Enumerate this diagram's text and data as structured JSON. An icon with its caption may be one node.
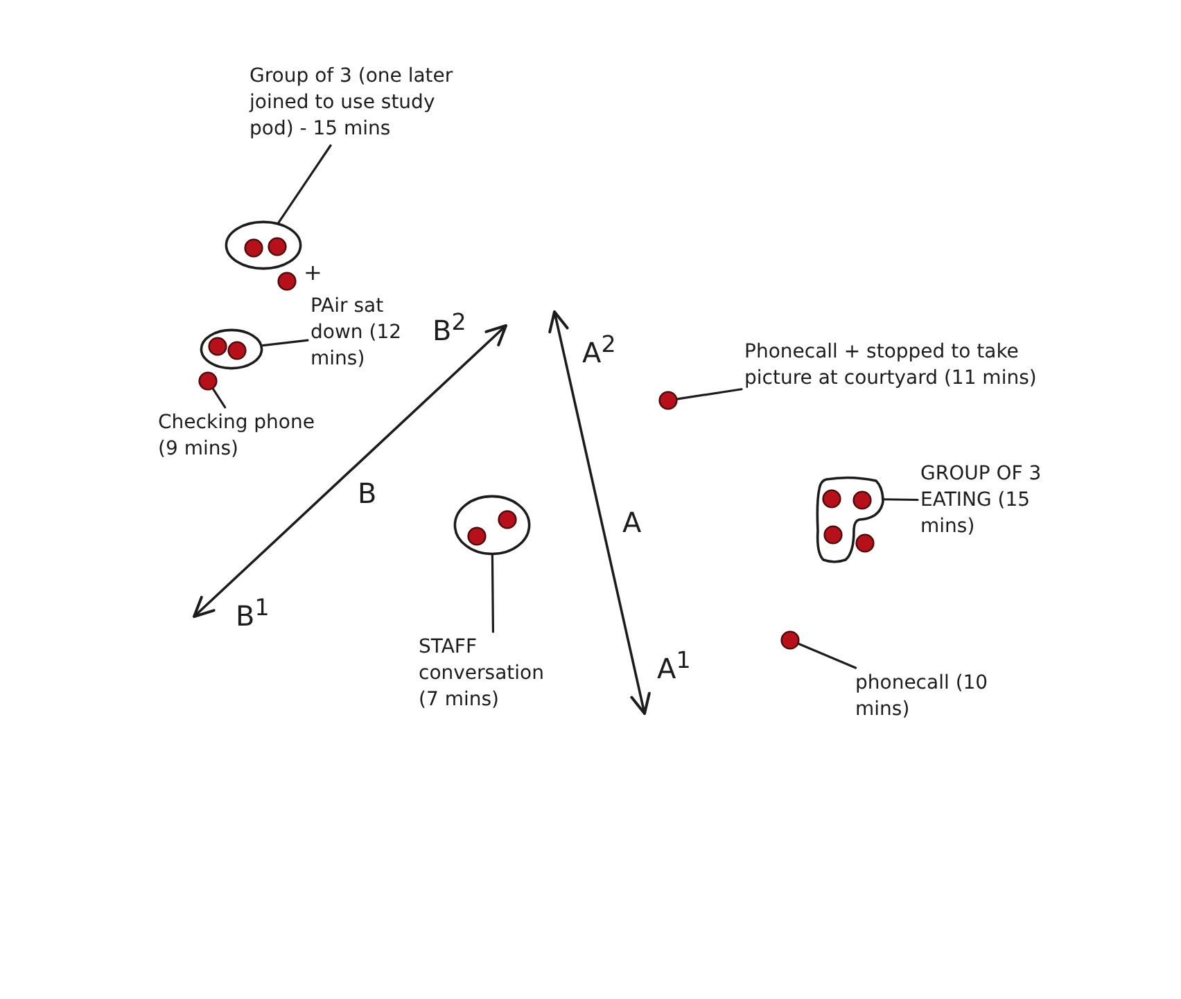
{
  "diagram": {
    "nodes": [
      {
        "text": [
          "Group of 3 (one later joined to use study pod) - 15 mins"
        ]
      },
      {
        "text": [],
        "shape": "ellipse"
      },
      {
        "text": [],
        "shape": "circle",
        "beside": [
          "+"
        ]
      },
      {
        "text": [
          "PAir sat down (12 mins)"
        ]
      },
      {
        "text": [],
        "shape": "ellipse"
      },
      {
        "text": [
          "Phonecall + stopped to take picture at courtyard (11 mins)"
        ]
      },
      {
        "text": [],
        "shape": "circle"
      },
      {
        "text": [],
        "shape": "circle"
      },
      {
        "text": [
          "Checking phone (9 mins)"
        ]
      },
      {
        "text": [
          "GROUP OF 3 EATING (15 mins)"
        ]
      },
      {
        "text": [],
        "shape": "blob"
      },
      {
        "text": [],
        "shape": "circle"
      },
      {
        "text": [],
        "shape": "ellipse"
      },
      {
        "text": [
          "STAFF conversation (7 mins)"
        ]
      },
      {
        "text": [],
        "shape": "circle"
      },
      {
        "text": [
          "phonecall (10 mins)"
        ]
      }
    ],
    "edges": [
      {
        "from": 0,
        "to": 1,
        "arrow": "none"
      },
      {
        "from": 3,
        "to": 4,
        "arrow": "none"
      },
      {
        "from": 5,
        "to": 6,
        "arrow": "none"
      },
      {
        "from": 8,
        "to": 7,
        "arrow": "none"
      },
      {
        "from": 9,
        "to": 10,
        "arrow": "none"
      },
      {
        "from": 13,
        "to": 12,
        "arrow": "none"
      },
      {
        "from": 15,
        "to": 14,
        "arrow": "none"
      }
    ],
    "labels": [
      "B$^{2}$",
      "A$^{2}$",
      "B",
      "A",
      "B$^{1}$",
      "A$^{1}$"
    ]
  }
}
